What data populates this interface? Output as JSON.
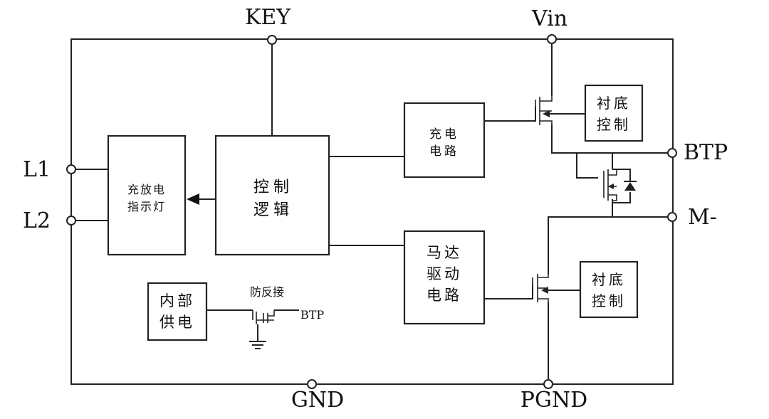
{
  "pins": {
    "key": "KEY",
    "vin": "Vin",
    "btp": "BTP",
    "m_minus": "M-",
    "l1": "L1",
    "l2": "L2",
    "gnd": "GND",
    "pgnd": "PGND"
  },
  "blocks": {
    "indicator": [
      "充放电",
      "指示灯"
    ],
    "logic": [
      "控制",
      "逻辑"
    ],
    "charge": [
      "充电",
      "电路"
    ],
    "motor": [
      "马达",
      "驱动",
      "电路"
    ],
    "internal_supply": [
      "内部",
      "供电"
    ],
    "substrate_top": [
      "衬底",
      "控制"
    ],
    "substrate_bottom": [
      "衬底",
      "控制"
    ]
  },
  "labels": {
    "reverse_protect": "防反接",
    "btp_small": "BTP"
  }
}
